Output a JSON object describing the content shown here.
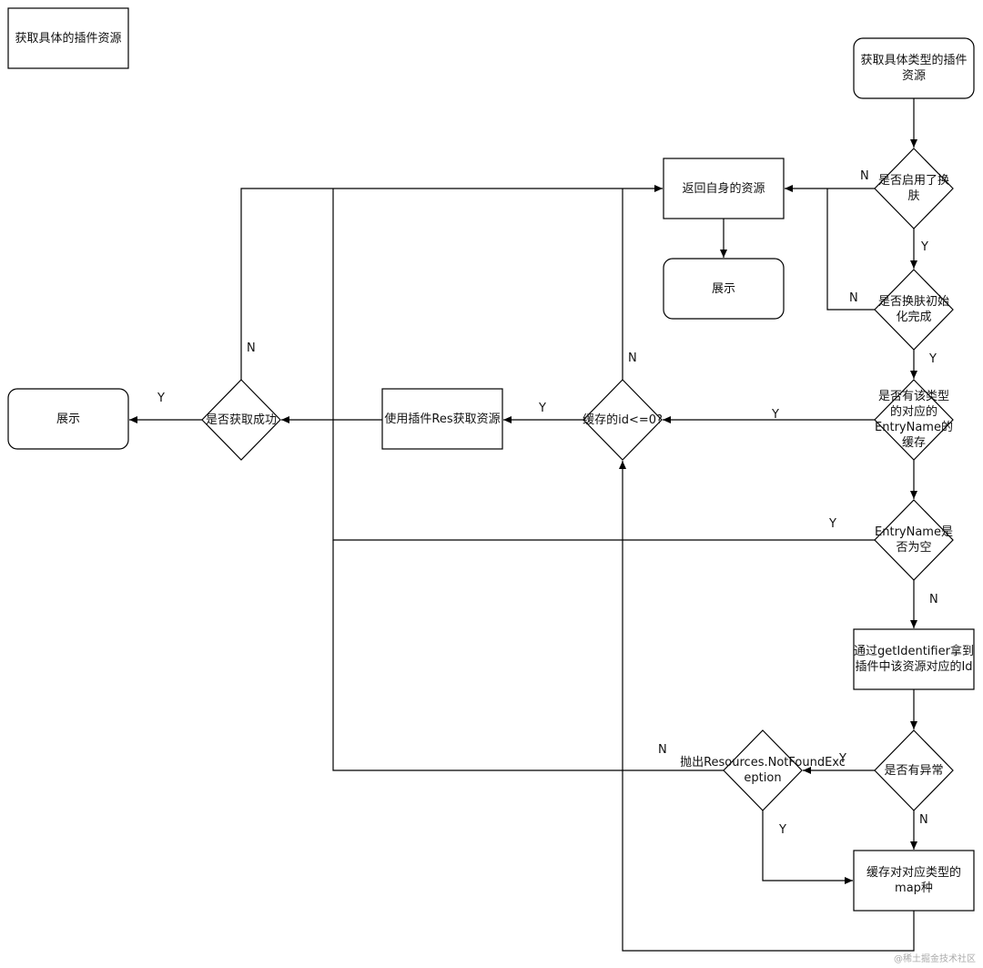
{
  "title": "获取具体的插件资源",
  "nodes": {
    "start": "获取具体类型的插件资源",
    "is_skin_enabled": "是否启用了换肤",
    "is_skin_init_done": "是否换肤初始化完成",
    "has_entry_cache": "是否有该类型的对应的EntryName的缓存",
    "entry_name_empty": "EntryName是否为空",
    "get_identifier": "通过getIdentifier拿到插件中该资源对应的Id",
    "has_exception": "是否有异常",
    "cache_to_map": "缓存对对应类型的map种",
    "throw_exception": "抛出Resources.NotFoundException",
    "return_own": "返回自身的资源",
    "show_top": "展示",
    "cached_id_check": "缓存的id<=0?",
    "use_plugin_res": "使用插件Res获取资源",
    "is_success": "是否获取成功",
    "show_left": "展示"
  },
  "labels": {
    "n_skin_enabled": "N",
    "y_skin_enabled": "Y",
    "n_skin_init": "N",
    "y_skin_init": "Y",
    "y_entry_cache": "Y",
    "y_entry_empty": "Y",
    "n_entry_empty": "N",
    "y_exception": "Y",
    "n_exception": "N",
    "n_throw": "N",
    "y_throw": "Y",
    "y_cached_id": "Y",
    "n_cached_id": "N",
    "y_success": "Y",
    "n_success": "N"
  },
  "watermark": "@稀土掘金技术社区"
}
